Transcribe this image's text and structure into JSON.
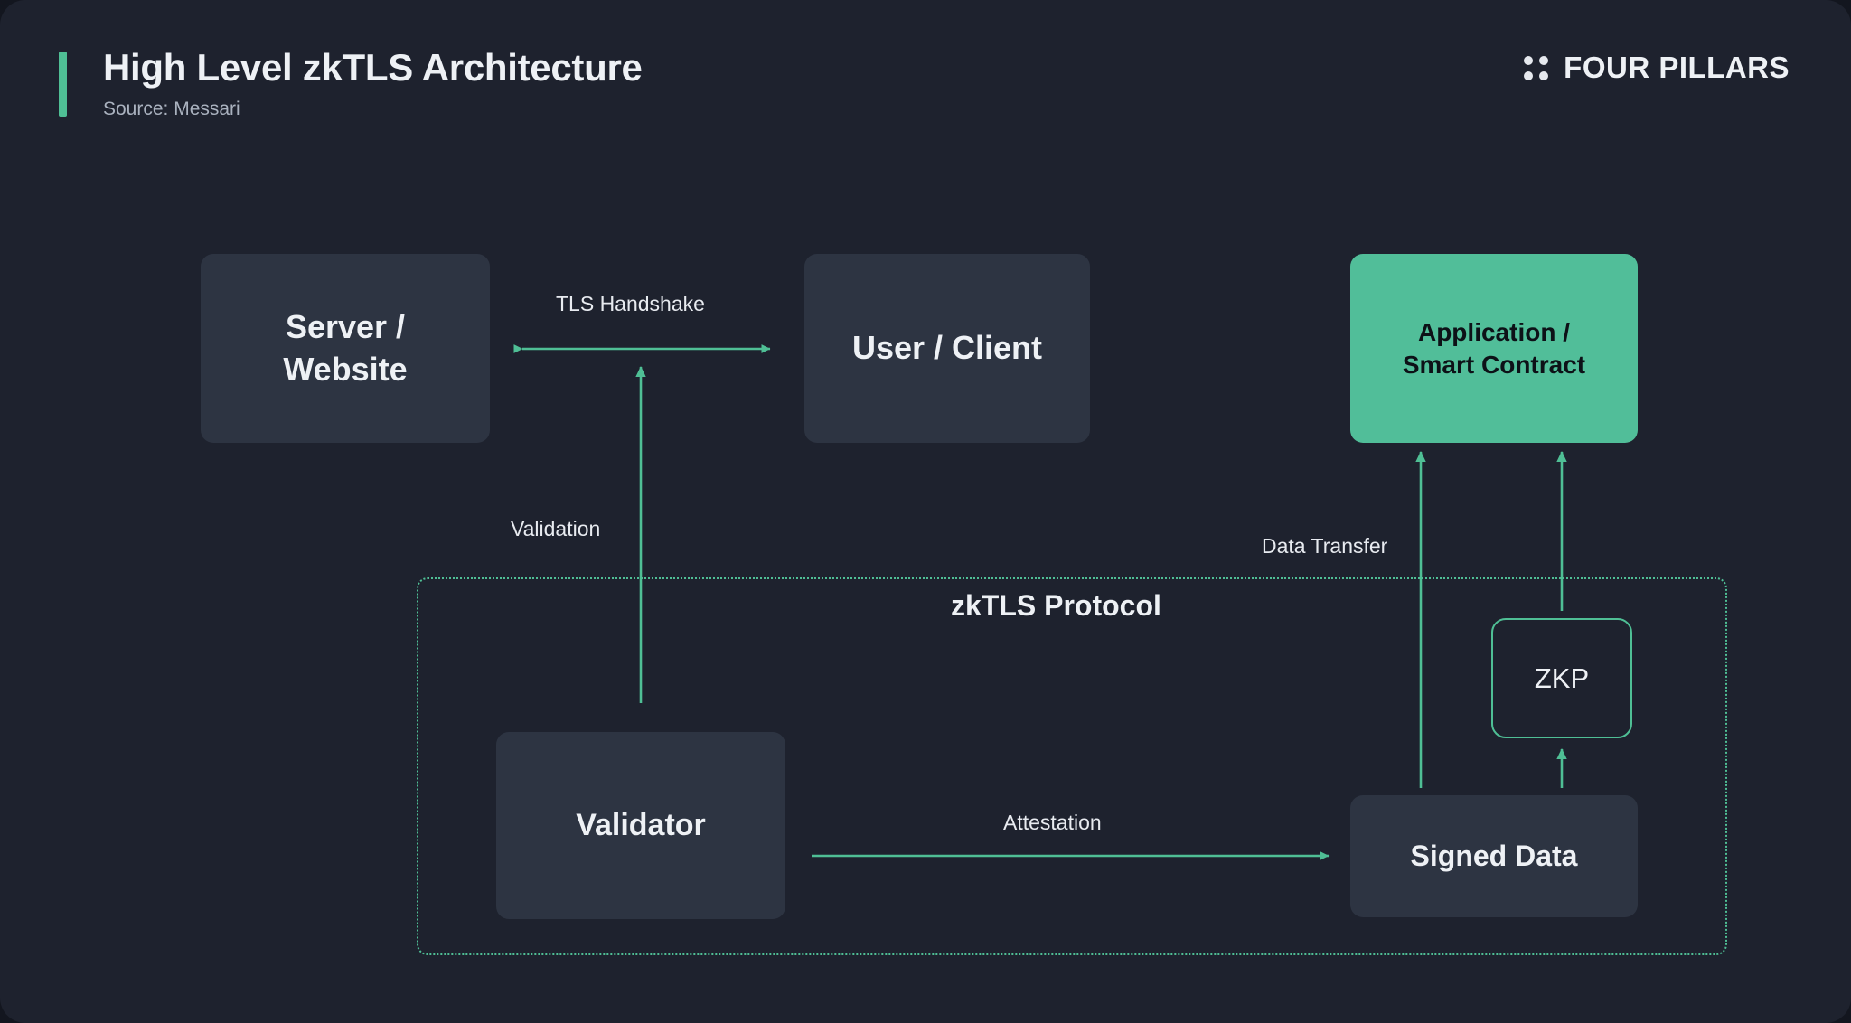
{
  "header": {
    "title": "High Level zkTLS Architecture",
    "source": "Source: Messari",
    "brand": "FOUR PILLARS",
    "brand_icon": "four-dots-grid-icon",
    "accent_color": "#4FBF95"
  },
  "theme": {
    "background": "#1e222e",
    "card": "#2D3442",
    "accent": "#4FBF95",
    "accent_fill": "#51BE99",
    "text": "#eef1f5",
    "muted_text": "#aab2bf"
  },
  "diagram": {
    "type": "architecture-flow",
    "group": {
      "label": "zkTLS Protocol",
      "style": "dotted-border",
      "members": [
        "Validator",
        "Signed Data",
        "ZKP"
      ]
    },
    "nodes": [
      {
        "id": "server",
        "label": "Server /\nWebsite",
        "line1": "Server /",
        "line2": "Website",
        "style": "dark"
      },
      {
        "id": "user",
        "label": "User / Client",
        "line1": "User / Client",
        "line2": "",
        "style": "dark"
      },
      {
        "id": "app",
        "label": "Application /\nSmart Contract",
        "line1": "Application /",
        "line2": "Smart Contract",
        "style": "accent"
      },
      {
        "id": "validator",
        "label": "Validator",
        "line1": "Validator",
        "line2": "",
        "style": "dark"
      },
      {
        "id": "signed",
        "label": "Signed Data",
        "line1": "Signed Data",
        "line2": "",
        "style": "dark"
      },
      {
        "id": "zkp",
        "label": "ZKP",
        "line1": "ZKP",
        "line2": "",
        "style": "outline"
      }
    ],
    "edges": [
      {
        "id": "tls",
        "label": "TLS Handshake",
        "from": "server",
        "to": "user",
        "direction": "bidirectional"
      },
      {
        "id": "validation",
        "label": "Validation",
        "from": "validator",
        "to": "tls",
        "direction": "up"
      },
      {
        "id": "attestation",
        "label": "Attestation",
        "from": "validator",
        "to": "signed",
        "direction": "right"
      },
      {
        "id": "zkp-proof",
        "label": "",
        "from": "signed",
        "to": "zkp",
        "direction": "up"
      },
      {
        "id": "data-1",
        "label": "Data Transfer",
        "from": "signed",
        "to": "app",
        "direction": "up"
      },
      {
        "id": "data-2",
        "label": "",
        "from": "zkp",
        "to": "app",
        "direction": "up"
      }
    ]
  }
}
